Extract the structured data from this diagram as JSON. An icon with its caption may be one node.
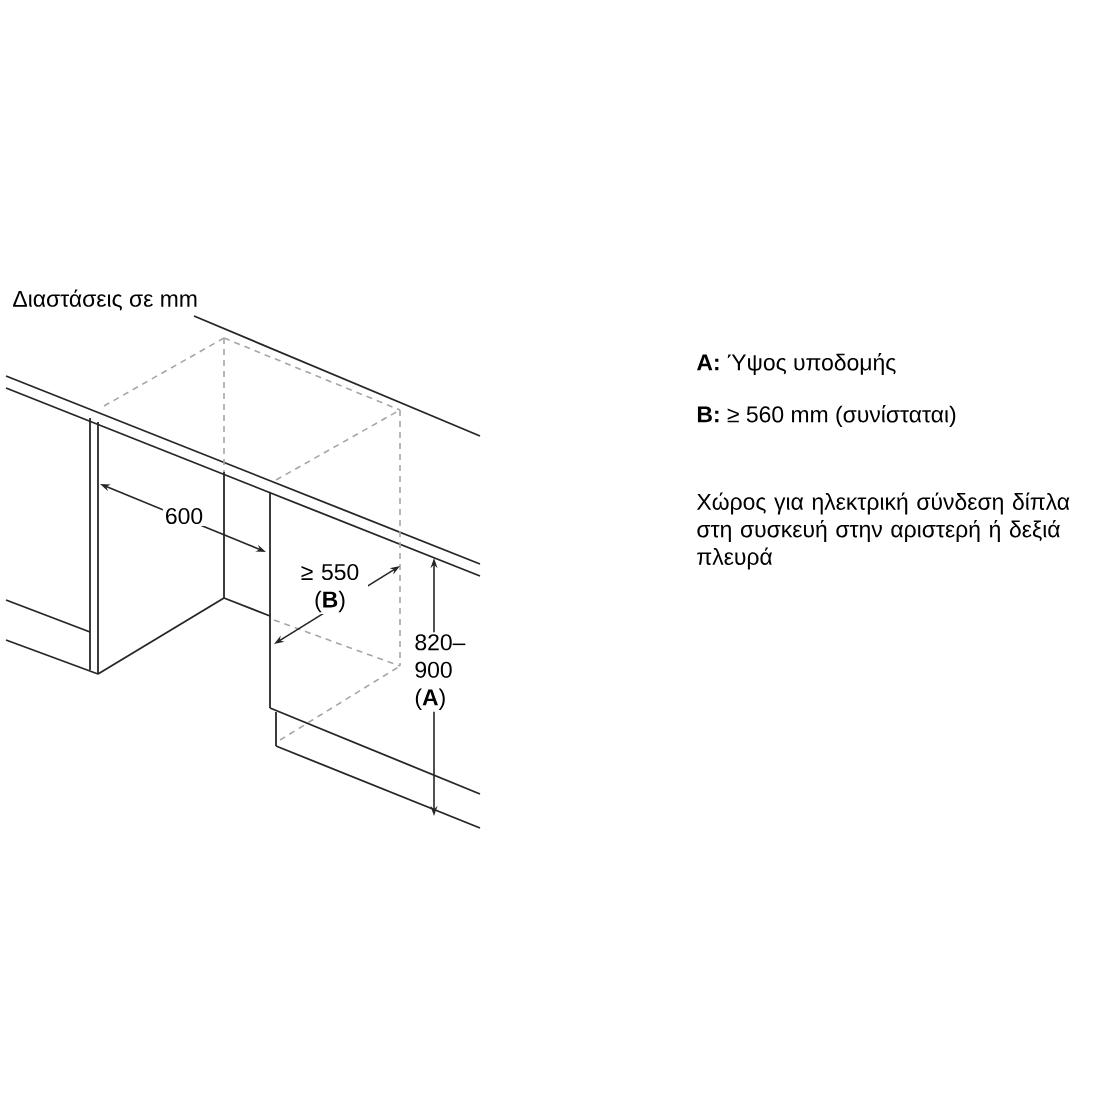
{
  "diagram": {
    "labels": [
      "Διαστάσεις σε mm",
      "**A:** Ύψος υποδομής",
      "**B:** ≥ 560 mm (συνίσταται)",
      "Χώρος για ηλεκτρική σύνδεση δίπλα στη συσκευή στην αριστερή ή δεξιά πλευρά",
      "600",
      "≥ 550 (**B**)",
      "820– 900 (**A**)"
    ]
  }
}
